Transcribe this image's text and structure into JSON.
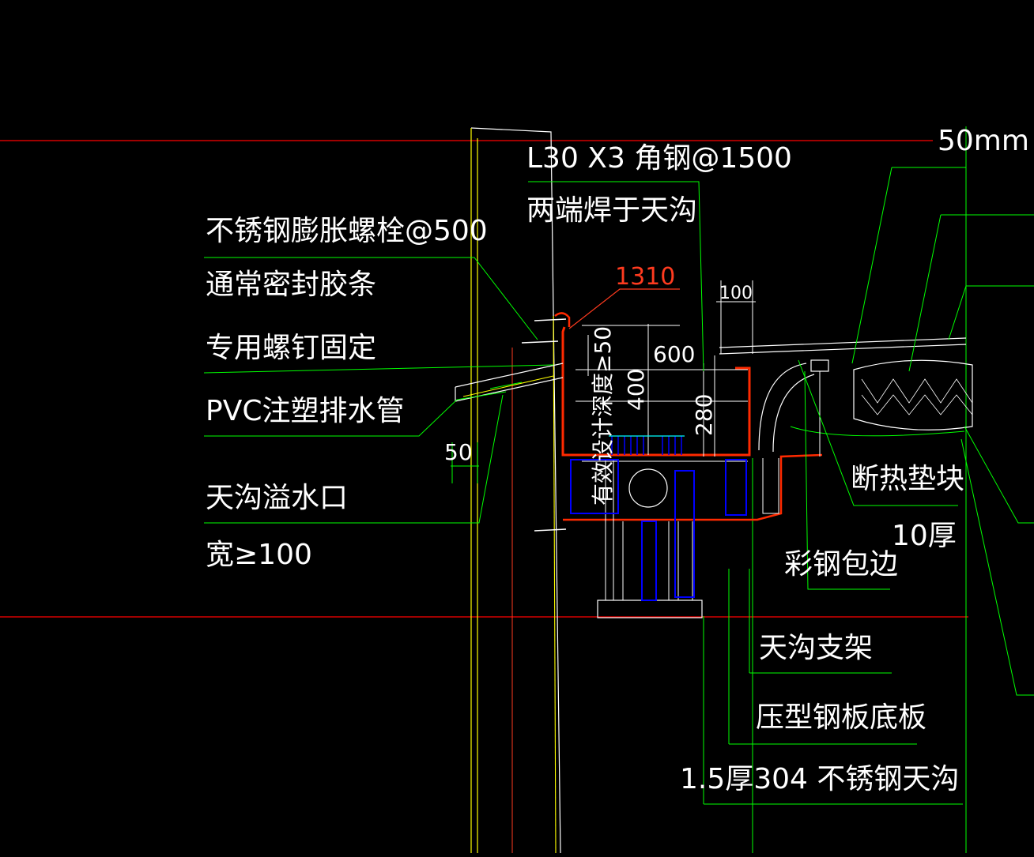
{
  "colors": {
    "background": "#000000",
    "ref_line": "#ff0000",
    "leader": "#00ff00",
    "gutter": "#ff2a00",
    "structure": "#ffffff",
    "pipe": "#00ffff",
    "bracket": "#0000ff",
    "wall": "#ffff00",
    "text": "#ffffff"
  },
  "labels": {
    "angle_steel": "L30 X3 角钢@1500",
    "weld_ends": "两端焊于天沟",
    "bolt": "不锈钢膨胀螺栓@500",
    "sealant": "通常密封胶条",
    "screws": "专用螺钉固定",
    "pvc_pipe": "PVC注塑排水管",
    "overflow": "天沟溢水口",
    "width": "宽≥100",
    "insulation_block": "断热垫块",
    "thickness_10": "10厚",
    "color_steel": "彩钢包边",
    "support": "天沟支架",
    "base_plate": "压型钢板底板",
    "stainless_gutter": "1.5厚304 不锈钢天沟",
    "effective_depth": "有效设计深度",
    "top_right_dim": "50mm"
  },
  "dimensions": {
    "d1310": "1310",
    "d100": "100",
    "d600": "600",
    "d50_vert": "≥50",
    "d400": "400",
    "d280": "280",
    "d50": "50"
  }
}
